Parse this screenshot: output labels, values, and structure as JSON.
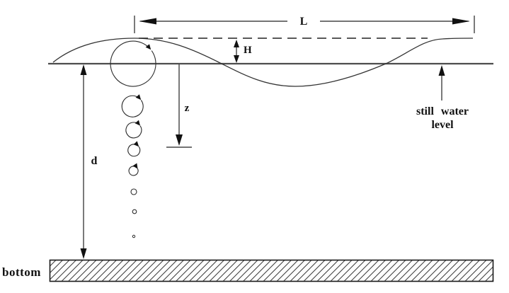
{
  "diagram": {
    "labels": {
      "wavelength": "L",
      "wave_height": "H",
      "vertical_coordinate": "z",
      "water_depth": "d",
      "still_water_line1": "still water",
      "still_water_line2": "level",
      "bottom": "bottom"
    },
    "colors": {
      "background": "#ffffff",
      "ink": "#111111",
      "wave_curve": "#333333",
      "still_water_line": "#4d4d4d",
      "hatch": "#3c3c3c"
    }
  }
}
